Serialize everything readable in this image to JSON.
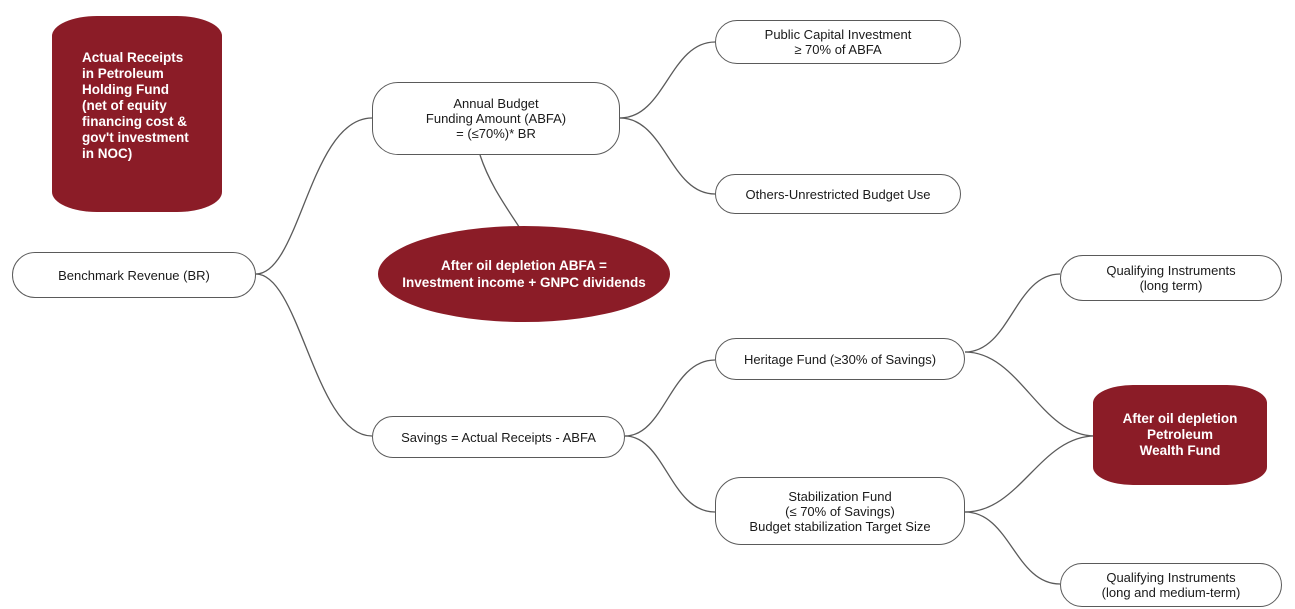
{
  "colors": {
    "accent": "#8b1c27",
    "line": "#5a5a5a",
    "node_border": "#5a5a5a",
    "background": "#ffffff"
  },
  "nodes": {
    "actual_receipts": "Actual Receipts\nin Petroleum\nHolding Fund\n(net of equity\nfinancing cost &\ngov't investment\nin NOC)",
    "benchmark_revenue": "Benchmark Revenue (BR)",
    "abfa": "Annual Budget\nFunding Amount (ABFA)\n= (≤70%)* BR",
    "after_depletion_abfa": "After oil depletion ABFA =\nInvestment income + GNPC dividends",
    "public_capital": "Public Capital Investment\n≥ 70% of ABFA",
    "others_unrestricted": "Others-Unrestricted Budget Use",
    "savings": "Savings = Actual Receipts - ABFA",
    "heritage_fund": "Heritage Fund (≥30% of Savings)",
    "stabilization_fund": "Stabilization Fund\n(≤ 70% of Savings)\nBudget stabilization Target Size",
    "qualifying_long": "Qualifying Instruments\n(long term)",
    "petroleum_wealth_fund": "After oil depletion\nPetroleum\nWealth Fund",
    "qualifying_long_medium": "Qualifying Instruments\n(long and medium-term)"
  }
}
